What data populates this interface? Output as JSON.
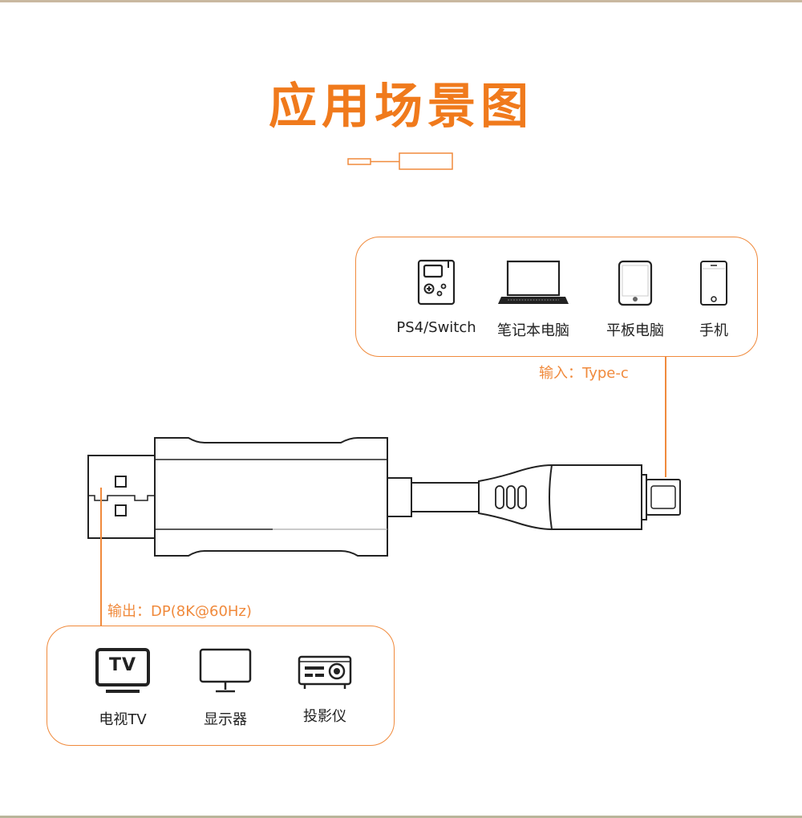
{
  "page": {
    "title": "应用场景图"
  },
  "input": {
    "caption": "输入：Type-c",
    "devices": [
      {
        "label": "PS4/Switch",
        "icon": "game-console-icon"
      },
      {
        "label": "笔记本电脑",
        "icon": "laptop-icon"
      },
      {
        "label": "平板电脑",
        "icon": "tablet-icon"
      },
      {
        "label": "手机",
        "icon": "phone-icon"
      }
    ]
  },
  "output": {
    "caption": "输出：DP(8K@60Hz)",
    "devices": [
      {
        "label": "电视TV",
        "icon": "tv-icon",
        "icon_text": "TV"
      },
      {
        "label": "显示器",
        "icon": "monitor-icon"
      },
      {
        "label": "投影仪",
        "icon": "projector-icon"
      }
    ]
  },
  "colors": {
    "accent": "#f07a1c",
    "outline": "#f08a3c",
    "product_stroke": "#222222"
  }
}
